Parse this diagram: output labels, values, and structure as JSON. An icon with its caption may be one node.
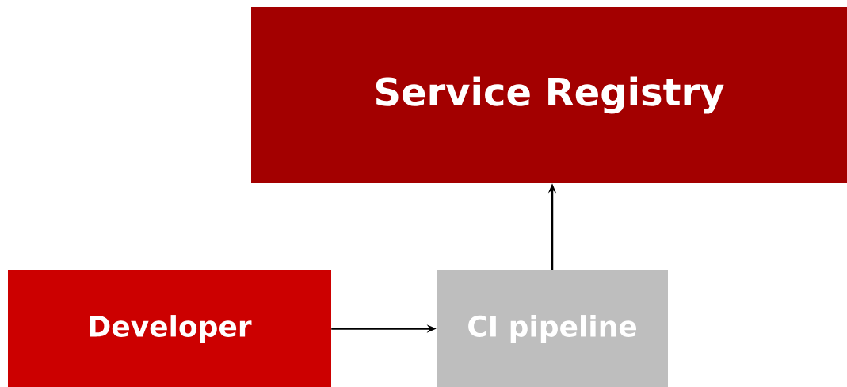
{
  "diagram": {
    "nodes": [
      {
        "text": [
          "Service Registry"
        ]
      },
      {
        "text": [
          "Developer"
        ]
      },
      {
        "text": [
          "CI pipeline"
        ]
      }
    ],
    "edges": [
      {
        "from": 1,
        "to": 2,
        "arrow": "to"
      },
      {
        "from": 2,
        "to": 0,
        "arrow": "to"
      }
    ]
  }
}
